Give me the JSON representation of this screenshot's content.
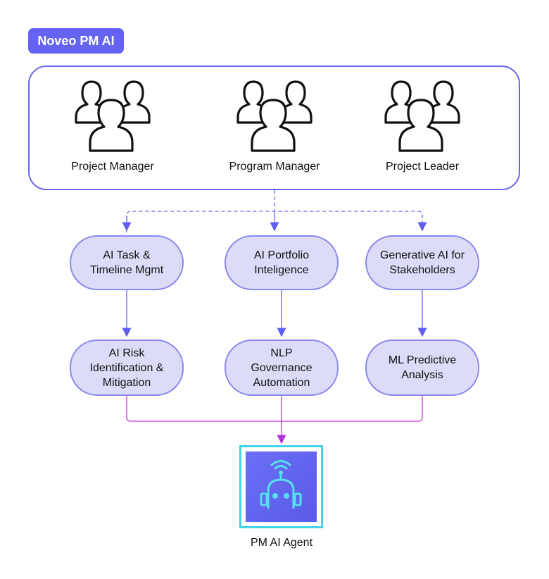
{
  "title": "Noveo PM AI",
  "roles": [
    {
      "label": "Project Manager",
      "icon": "users-group-icon"
    },
    {
      "label": "Program Manager",
      "icon": "users-group-icon"
    },
    {
      "label": "Project Leader",
      "icon": "users-group-icon"
    }
  ],
  "capabilities_top": [
    {
      "label": "AI Task &\nTimeline Mgmt"
    },
    {
      "label": "AI Portfolio\nInteligence"
    },
    {
      "label": "Generative AI for\nStakeholders"
    }
  ],
  "capabilities_bottom": [
    {
      "label": "AI Risk\nIdentification &\nMitigation"
    },
    {
      "label": "NLP\nGovernance\nAutomation"
    },
    {
      "label": "ML Predictive\nAnalysis"
    }
  ],
  "agent": {
    "label": "PM AI Agent",
    "icon": "robot-icon"
  },
  "colors": {
    "accent": "#6563f2",
    "pill_fill": "#dcdcf8",
    "merge_line": "#c335d8",
    "agent_border": "#3fd6e6"
  }
}
